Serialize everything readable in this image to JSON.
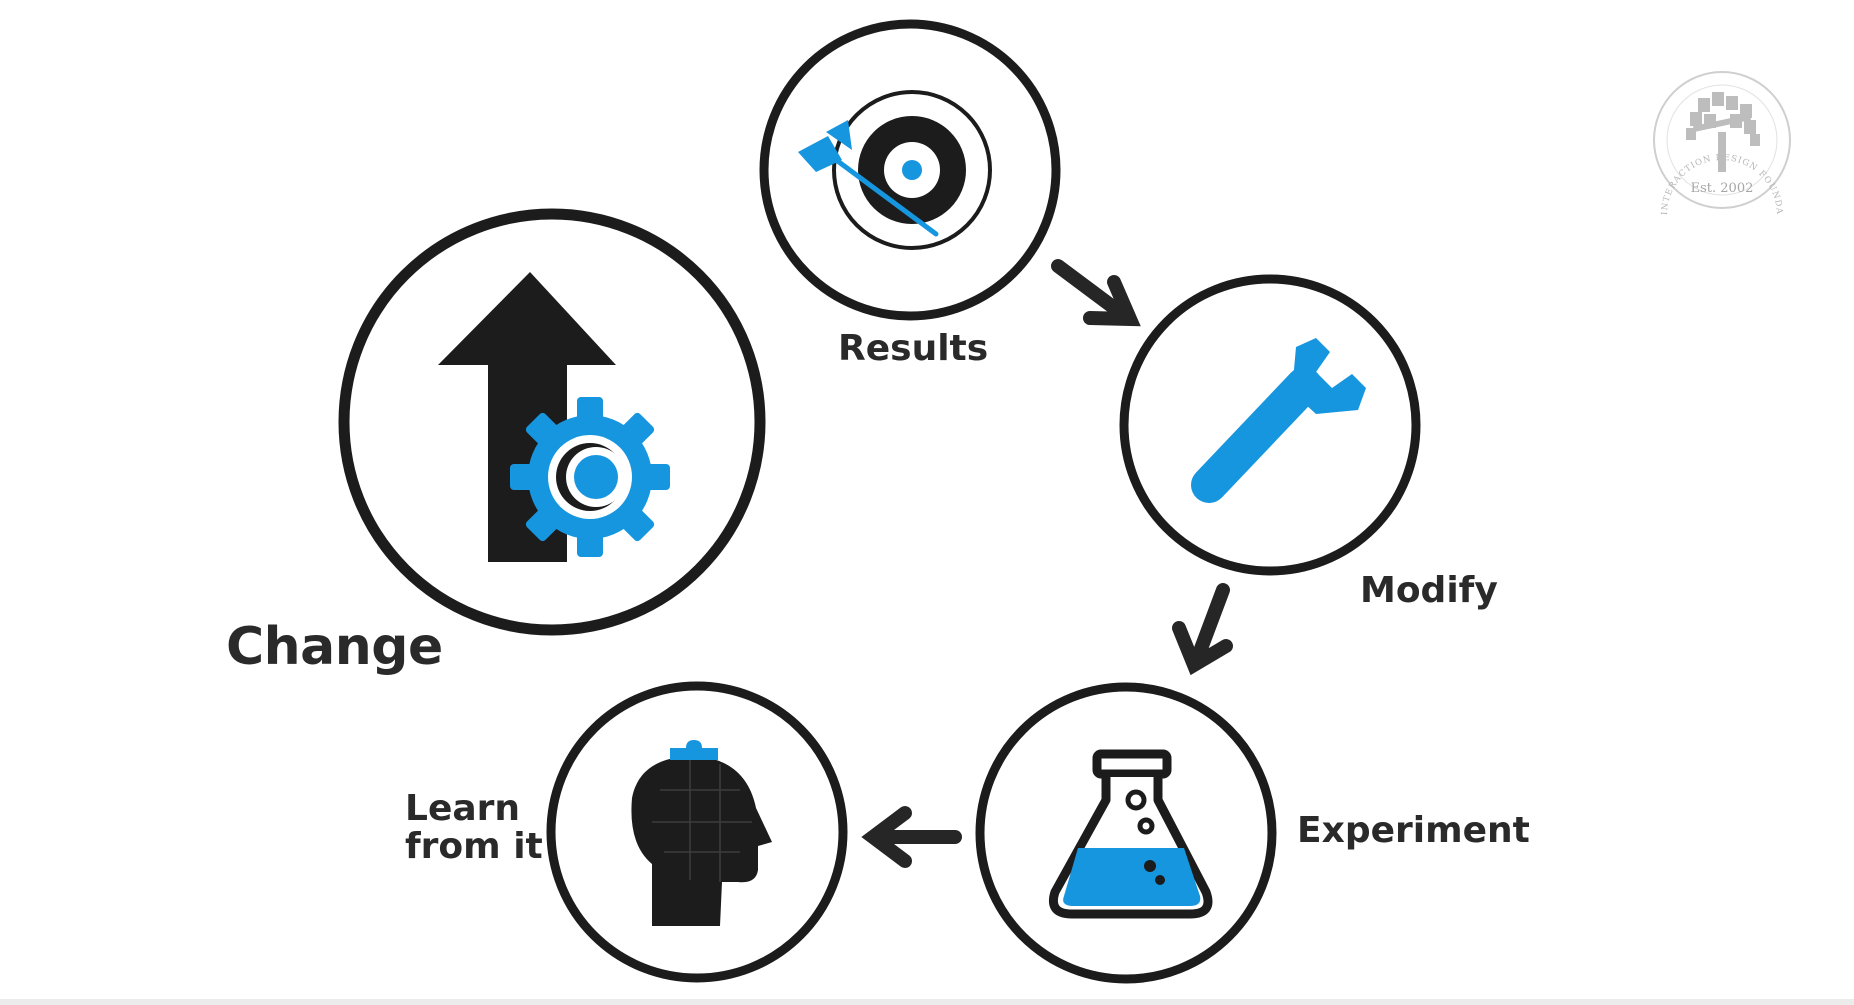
{
  "diagram": {
    "labels": {
      "change": "Change",
      "results": "Results",
      "modify": "Modify",
      "experiment": "Experiment",
      "learn_line1": "Learn",
      "learn_line2": "from it"
    },
    "logo": {
      "ring_text": "INTERACTION DESIGN FOUNDATION",
      "established": "Est. 2002"
    },
    "colors": {
      "outline": "#1c1c1c",
      "accent_blue": "#1796e0",
      "text": "#2a2a2a",
      "logo_gray": "#bdbdbd"
    },
    "icons": {
      "change": "arrow-up-gear-icon",
      "results": "target-dart-icon",
      "modify": "wrench-icon",
      "experiment": "flask-icon",
      "learn": "head-puzzle-icon"
    }
  }
}
